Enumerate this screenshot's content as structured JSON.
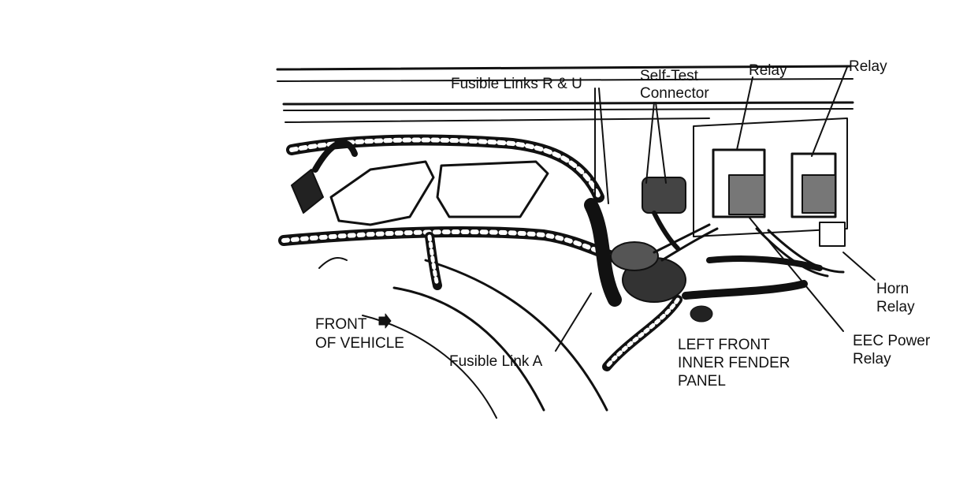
{
  "labels": {
    "fusible_links_ru": "Fusible Links R & U",
    "self_test_line1": "Self-Test",
    "self_test_line2": "Connector",
    "relay_left": "Relay",
    "relay_right": "Relay",
    "horn_relay_line1": "Horn",
    "horn_relay_line2": "Relay",
    "eec_power_line1": "EEC Power",
    "eec_power_line2": "Relay",
    "front_of_vehicle_line1": "FRONT",
    "front_of_vehicle_line2": "OF VEHICLE",
    "fusible_link_a": "Fusible Link A",
    "fender_line1": "LEFT FRONT",
    "fender_line2": "INNER FENDER",
    "fender_line3": "PANEL"
  },
  "colors": {
    "ink": "#111111",
    "paper": "#ffffff"
  }
}
